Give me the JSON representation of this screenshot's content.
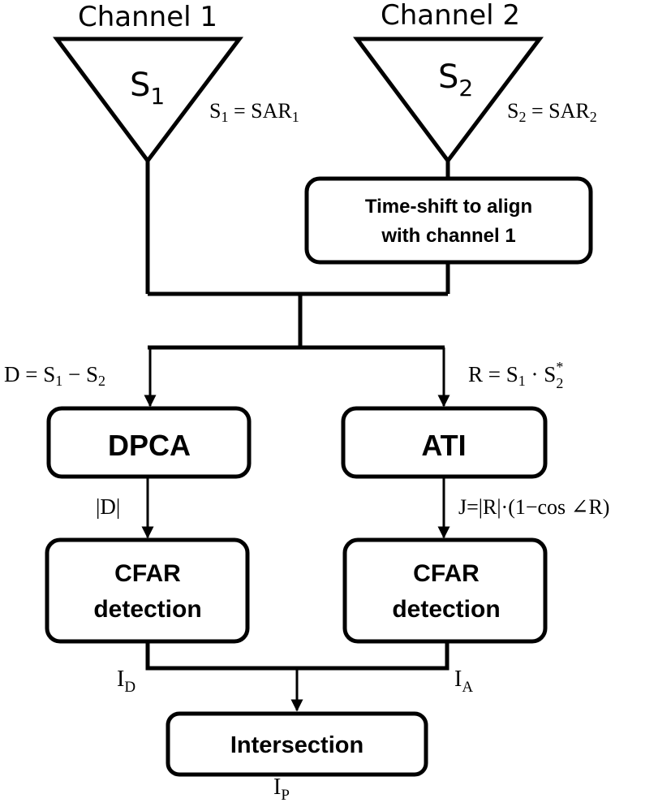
{
  "channels": [
    {
      "label": "Channel 1",
      "signal_symbol": "S",
      "signal_sub": "1",
      "eq_lhs": "S",
      "eq_lhs_sub": "1",
      "eq_rhs": "SAR",
      "eq_rhs_sub": "1"
    },
    {
      "label": "Channel 2",
      "signal_symbol": "S",
      "signal_sub": "2",
      "eq_lhs": "S",
      "eq_lhs_sub": "2",
      "eq_rhs": "SAR",
      "eq_rhs_sub": "2"
    }
  ],
  "timeshift": {
    "line1": "Time-shift to align",
    "line2": "with channel 1"
  },
  "branch_left_eq": {
    "lhs": "D",
    "a": "S",
    "a_sub": "1",
    "op": "−",
    "b": "S",
    "b_sub": "2"
  },
  "branch_right_eq": {
    "lhs": "R",
    "a": "S",
    "a_sub": "1",
    "op": "·",
    "b": "S",
    "b_sub": "2",
    "b_sup": "*"
  },
  "dpca": {
    "label": "DPCA",
    "output": "|D|"
  },
  "ati": {
    "label": "ATI",
    "output": "J=|R|·(1−cos ∠R)"
  },
  "cfar_left": {
    "line1": "CFAR",
    "line2": "detection"
  },
  "cfar_right": {
    "line1": "CFAR",
    "line2": "detection"
  },
  "outputs": {
    "left": {
      "symbol": "I",
      "sub": "D"
    },
    "right": {
      "symbol": "I",
      "sub": "A"
    },
    "final": {
      "symbol": "I",
      "sub": "P"
    }
  },
  "intersection": {
    "label": "Intersection"
  }
}
